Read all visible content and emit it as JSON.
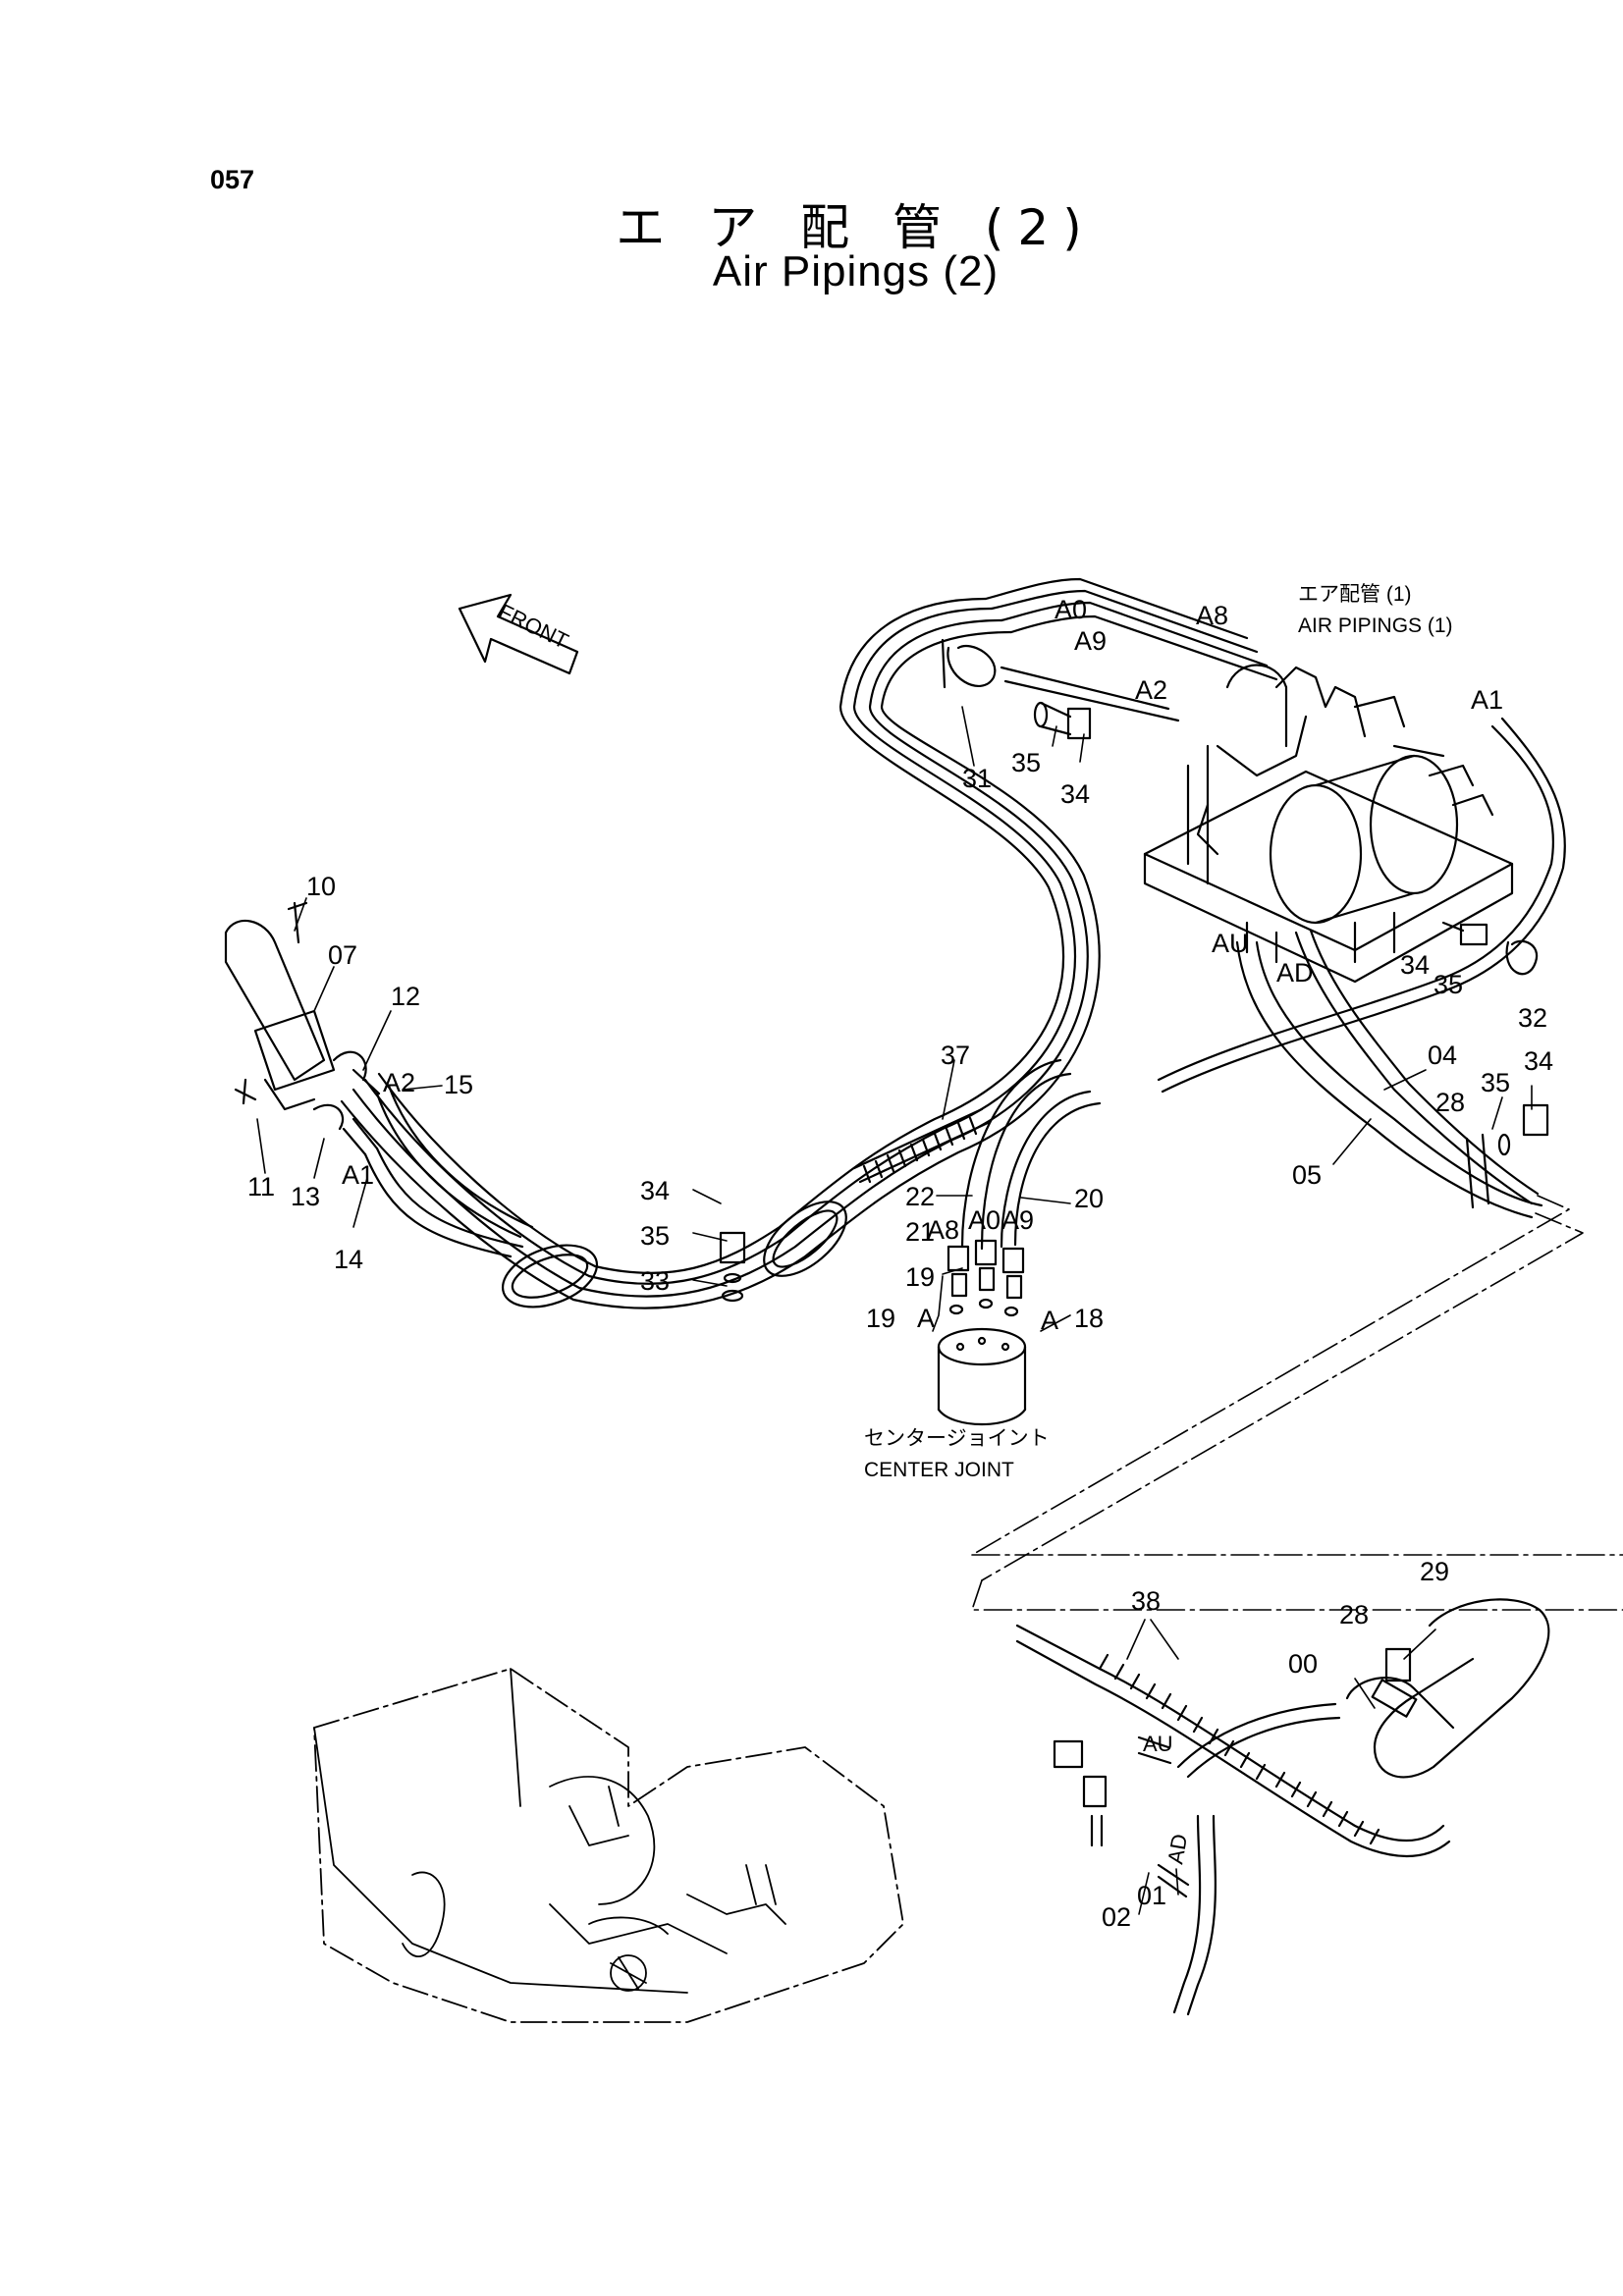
{
  "page": {
    "number": "057"
  },
  "title": {
    "jp": "エ ア 配 管 (2)",
    "en": "Air Pipings (2)"
  },
  "front_label": "FRONT",
  "refs": {
    "air_pipings_1_jp": "エア配管 (1)",
    "air_pipings_1_en": "AIR  PIPINGS (1)",
    "center_joint_jp": "センタージョイント",
    "center_joint_en": "CENTER  JOINT"
  },
  "callouts": {
    "c10": "10",
    "c07": "07",
    "c12": "12",
    "c11": "11",
    "c13": "13",
    "c14": "14",
    "c15": "15",
    "cA2": "A2",
    "cA1": "A1",
    "c34a": "34",
    "c35a": "35",
    "c33": "33",
    "c37": "37",
    "c22": "22",
    "c21": "21",
    "c20": "20",
    "cA8": "A8",
    "cA0": "A0",
    "cA9": "A9",
    "c19a": "19",
    "c19b": "19",
    "c18": "18",
    "cAa": "A",
    "cAb": "A",
    "c31": "31",
    "c35b": "35",
    "c34b": "34",
    "cA0top": "A0",
    "cA8top": "A8",
    "cA9top": "A9",
    "cA2top": "A2",
    "cA1right": "A1",
    "cAU": "AU",
    "cAD": "AD",
    "c34c": "34",
    "c35c": "35",
    "c32": "32",
    "c04": "04",
    "c05": "05",
    "c28a": "28",
    "c35d": "35",
    "c34d": "34",
    "c38": "38",
    "c29": "29",
    "c28b": "28",
    "c00": "00",
    "c02": "02",
    "c01": "01",
    "cAUb": "AU",
    "cADb": "AD"
  }
}
